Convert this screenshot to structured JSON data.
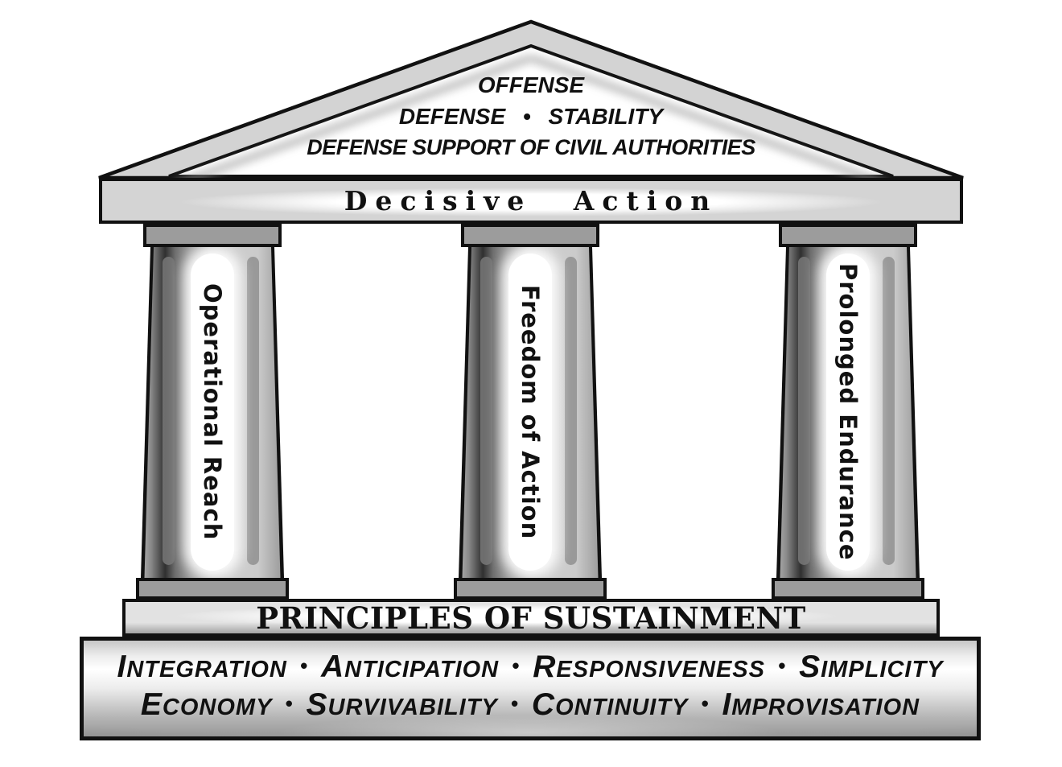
{
  "pediment": {
    "line1": "OFFENSE",
    "line2": "DEFENSE • STABILITY",
    "line3": "DEFENSE SUPPORT OF CIVIL AUTHORITIES"
  },
  "entablature": {
    "label": "Decisive Action"
  },
  "pillars": [
    {
      "label": "Operational Reach"
    },
    {
      "label": "Freedom of Action"
    },
    {
      "label": "Prolonged Endurance"
    }
  ],
  "stylobate": {
    "label": "PRINCIPLES OF SUSTAINMENT"
  },
  "foundation": {
    "separator": "•",
    "line1": [
      "INTEGRATION",
      "ANTICIPATION",
      "RESPONSIVENESS",
      "SIMPLICITY"
    ],
    "line2": [
      "ECONOMY",
      "SURVIVABILITY",
      "CONTINUITY",
      "IMPROVISATION"
    ]
  },
  "colors": {
    "background": "#ffffff",
    "stone_light": "#d4d4d4",
    "stone_mid": "#9c9c9c",
    "stone_dark": "#303030",
    "outline": "#111111"
  }
}
